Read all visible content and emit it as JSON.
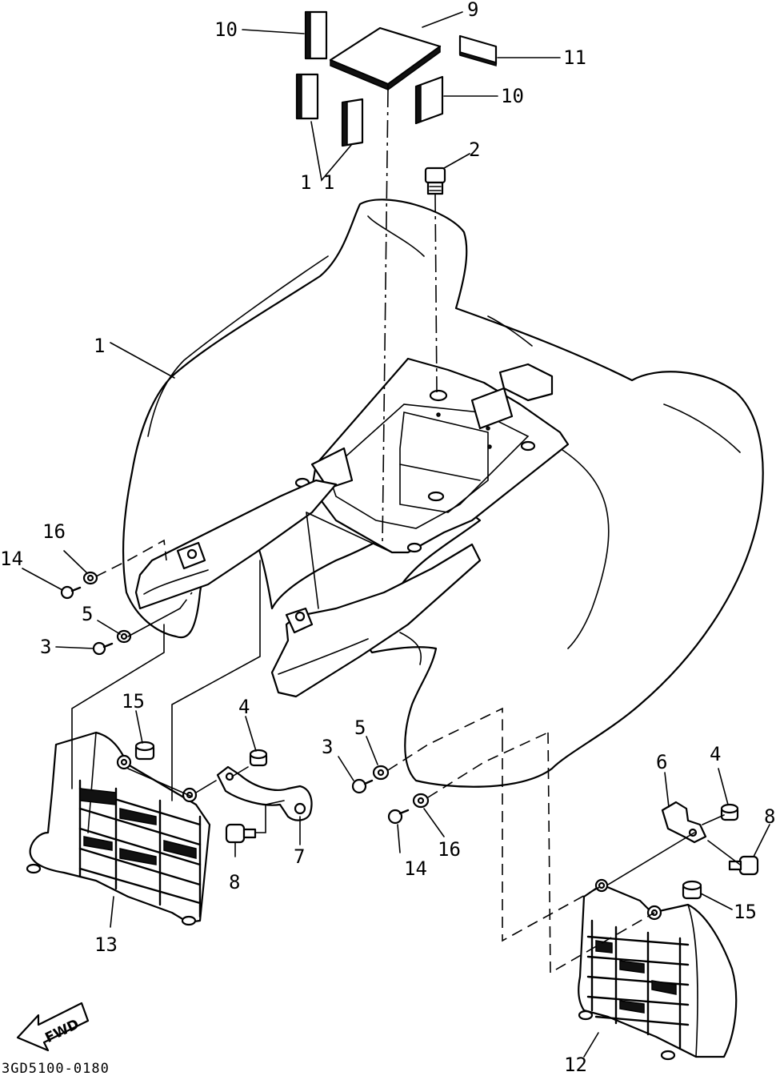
{
  "diagram_code": "3GD5100-0180",
  "fwd_label": "FWD",
  "callouts": {
    "c1": "1",
    "c2": "2",
    "c3_left": "3",
    "c3_right": "3",
    "c4_left": "4",
    "c4_right": "4",
    "c5_left": "5",
    "c5_right": "5",
    "c6": "6",
    "c7": "7",
    "c8_left": "8",
    "c8_right": "8",
    "c9": "9",
    "c10_top": "10",
    "c10_right": "10",
    "c11_right": "11",
    "c11_bottom": "1 1",
    "c12": "12",
    "c13": "13",
    "c14_left": "14",
    "c14_right": "14",
    "c15_left": "15",
    "c15_right": "15",
    "c16_left": "16",
    "c16_right": "16"
  }
}
